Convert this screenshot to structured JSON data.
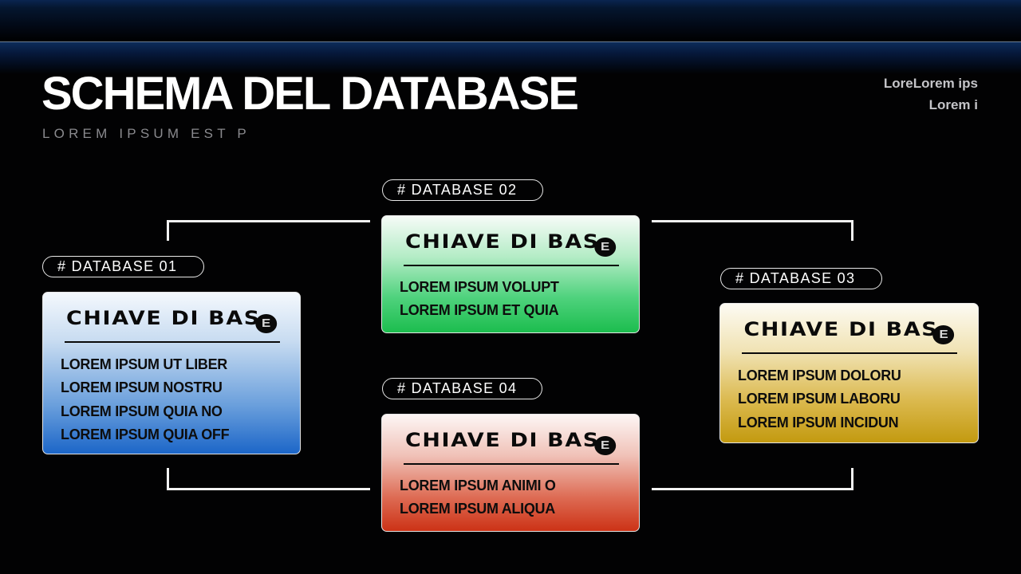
{
  "header": {
    "title": "SCHEMA DEL DATABASE",
    "subtitle": "LOREM IPSUM EST P",
    "corner_lines": [
      "LoreLorem ips",
      "Lorem i"
    ]
  },
  "colors": {
    "background": "#020203",
    "band_blue": "#0c2c5a",
    "db01_accent": "#1c66c8",
    "db02_accent": "#1cbd4e",
    "db03_accent": "#c39a10",
    "db04_accent": "#cc3216"
  },
  "databases": [
    {
      "tag": "# DATABASE 01",
      "title": "CHIAVE DI BAS",
      "badge_icon": "circled-e-icon",
      "badge_glyph": "E",
      "items": [
        "LOREM IPSUM UT LIBER",
        "LOREM IPSUM NOSTRU",
        "LOREM IPSUM QUIA NO",
        "LOREM IPSUM QUIA OFF"
      ]
    },
    {
      "tag": "# DATABASE 02",
      "title": "CHIAVE DI BAS",
      "badge_icon": "circled-e-icon",
      "badge_glyph": "E",
      "items": [
        "LOREM IPSUM VOLUPT",
        "LOREM IPSUM ET QUIA"
      ]
    },
    {
      "tag": "# DATABASE 03",
      "title": "CHIAVE DI BAS",
      "badge_icon": "circled-e-icon",
      "badge_glyph": "E",
      "items": [
        "LOREM IPSUM DOLORU",
        "LOREM IPSUM LABORU",
        "LOREM IPSUM INCIDUN"
      ]
    },
    {
      "tag": "# DATABASE 04",
      "title": "CHIAVE DI BAS",
      "badge_icon": "circled-e-icon",
      "badge_glyph": "E",
      "items": [
        "LOREM IPSUM ANIMI O",
        "LOREM IPSUM ALIQUA"
      ]
    }
  ]
}
